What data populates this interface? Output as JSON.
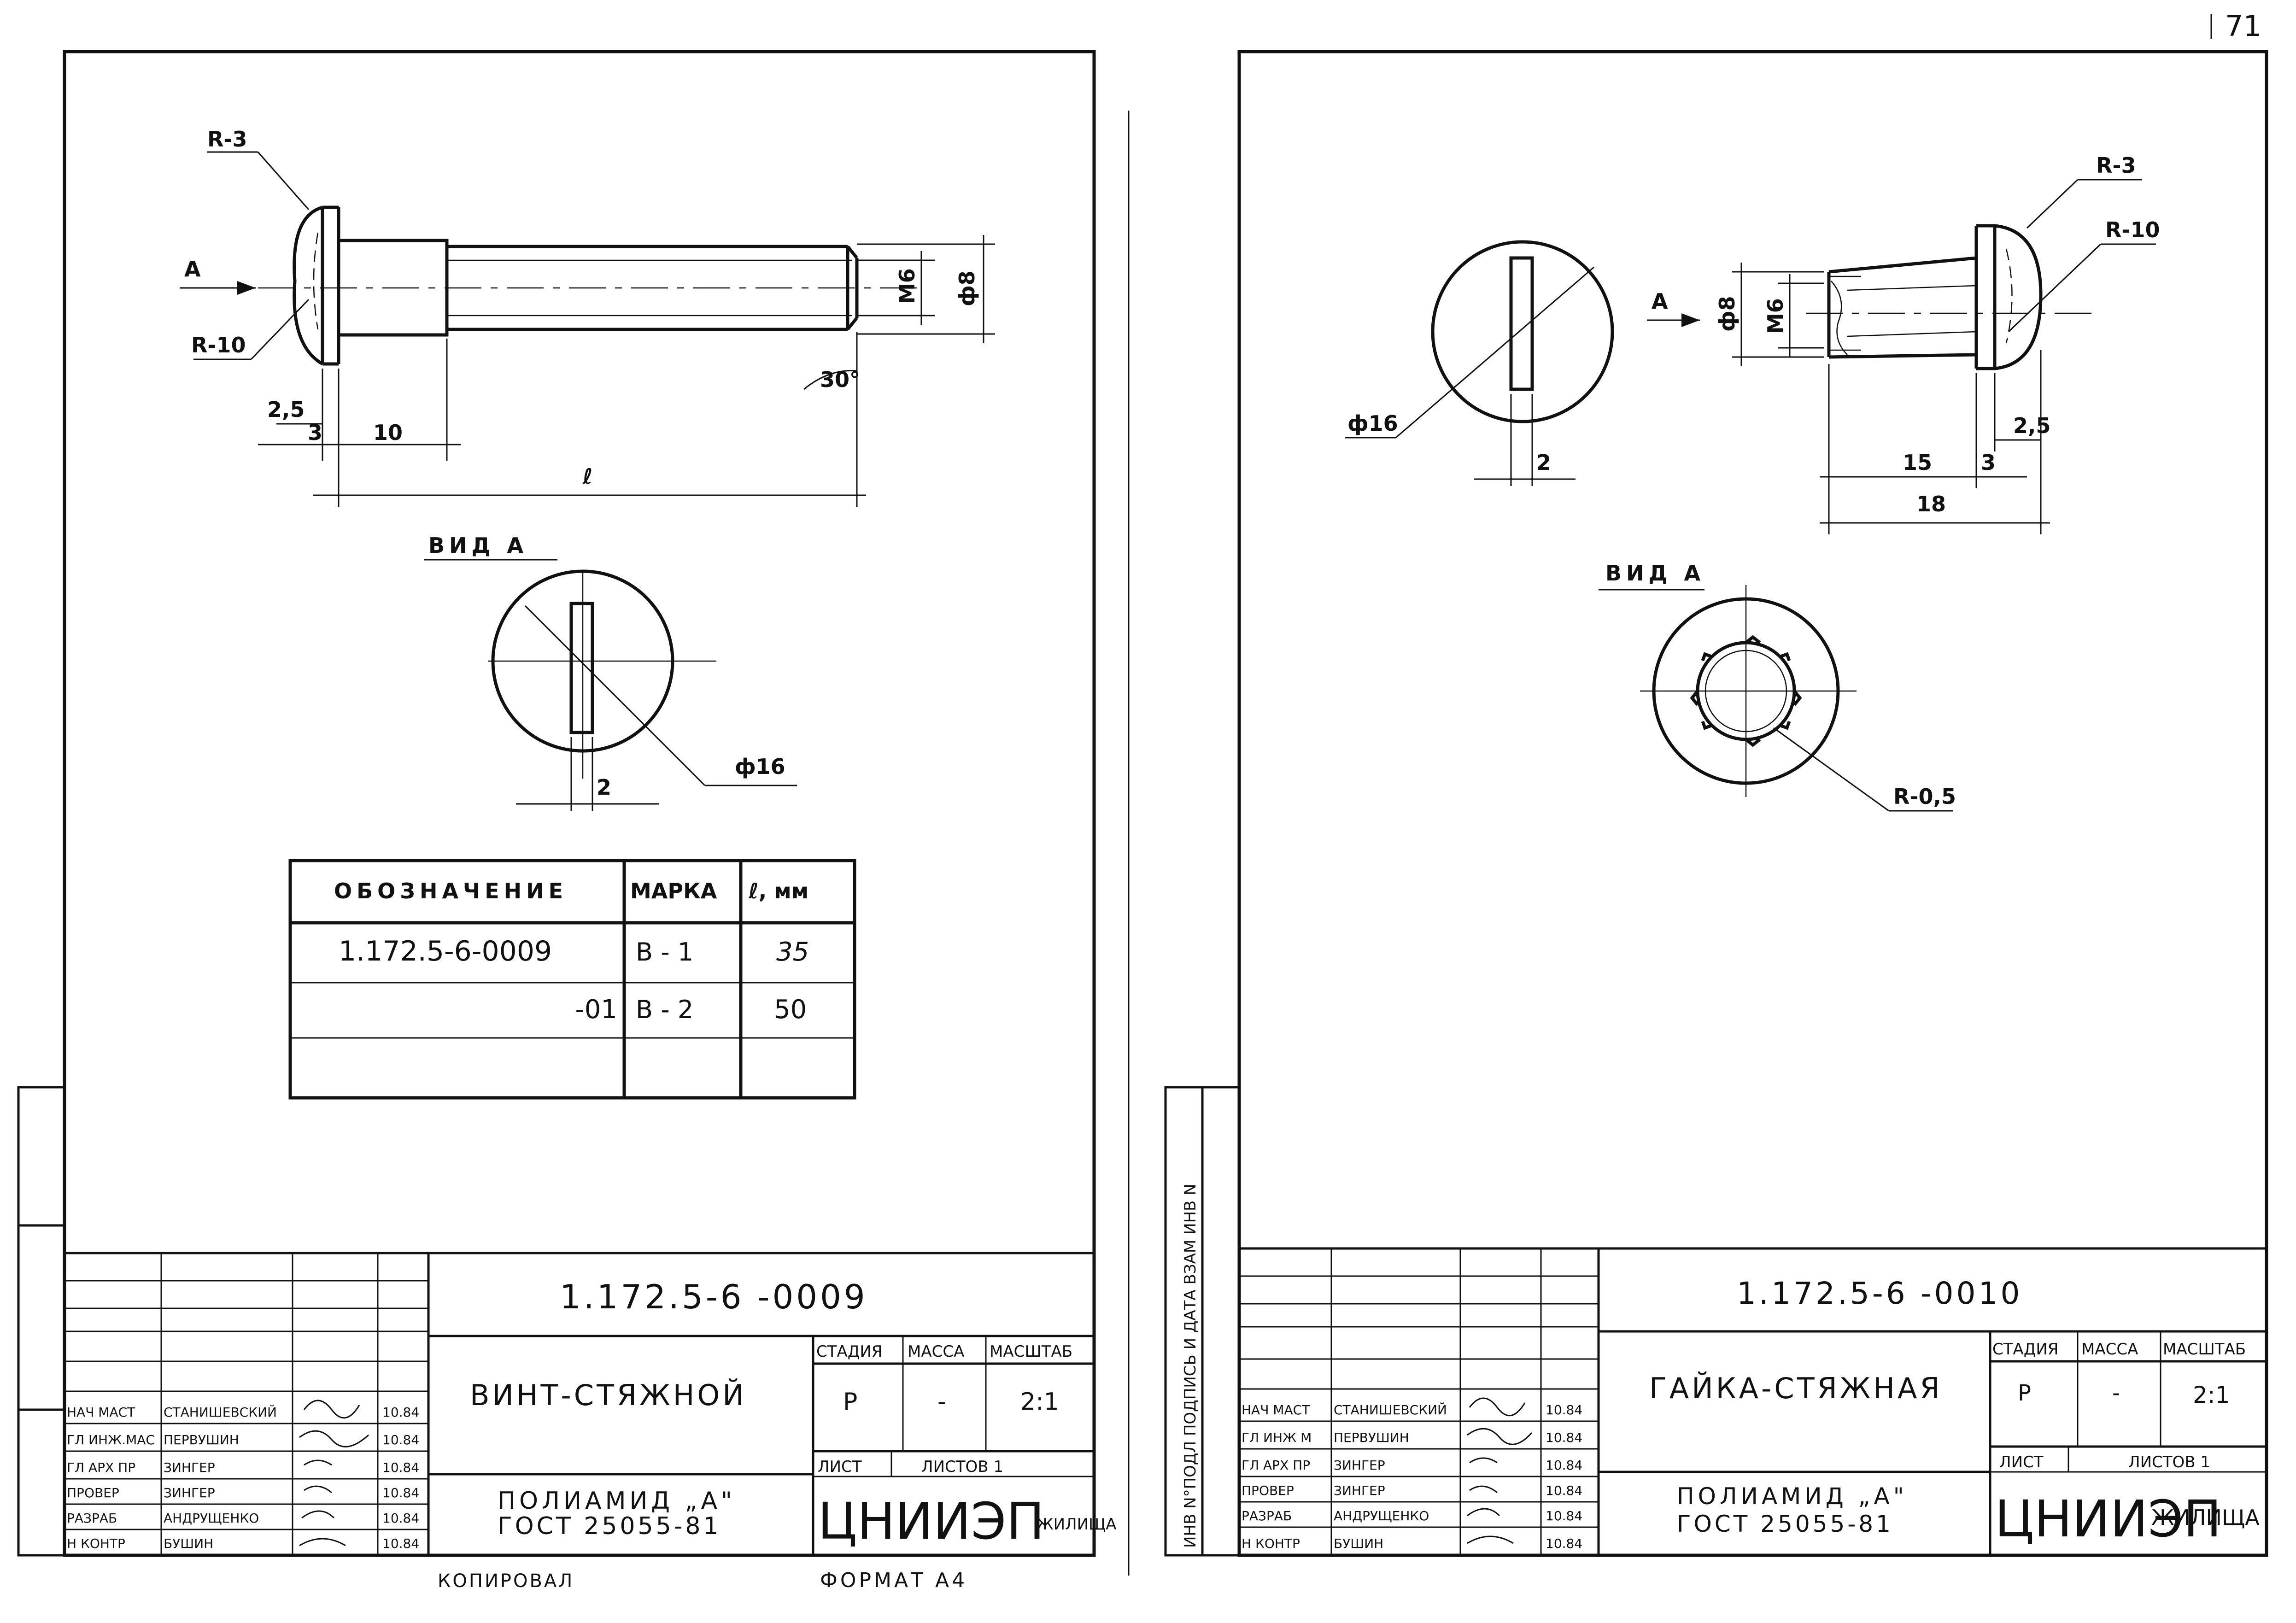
{
  "page_number": "71",
  "left_sheet": {
    "designation": "1.172.5-6 -0009",
    "title": "ВИНТ-СТЯЖНОЙ",
    "material_line1": "ПОЛИАМИД „А\"",
    "material_line2": "ГОСТ 25055-81",
    "stage_label": "СТАДИЯ",
    "mass_label": "МАССА",
    "scale_label": "МАСШТАБ",
    "stage": "Р",
    "mass": "-",
    "scale": "2:1",
    "sheet_label": "ЛИСТ",
    "sheets_label": "ЛИСТОВ 1",
    "org": "ЦНИИЭП",
    "org_suffix": "ЖИЛИЩА",
    "roles": [
      "НАЧ МАСТ",
      "ГЛ ИНЖ.МАС",
      "ГЛ АРХ ПР",
      "ПРОВЕР",
      "РАЗРАБ",
      "Н КОНТР"
    ],
    "names": [
      "СТАНИШЕВСКИЙ",
      "ПЕРВУШИН",
      "ЗИНГЕР",
      "ЗИНГЕР",
      "АНДРУЩЕНКО",
      "БУШИН"
    ],
    "dates": [
      "10.84",
      "10.84",
      "10.84",
      "10.84",
      "10.84",
      "10.84"
    ],
    "footer_left": "КОПИРОВАЛ",
    "footer_right": "ФОРМАТ А4",
    "drawing": {
      "r3": "R-3",
      "r10": "R-10",
      "view_arrow": "А",
      "d_m6": "М6",
      "d_phi8": "ф8",
      "angle": "30°",
      "d25": "2,5",
      "d3": "3",
      "d10": "10",
      "len": "ℓ",
      "view_label": "ВИД А",
      "phi16": "ф16",
      "d2": "2"
    },
    "table": {
      "headers": [
        "ОБОЗНАЧЕНИЕ",
        "МАРКА",
        "ℓ, мм"
      ],
      "rows": [
        [
          "1.172.5-6-0009",
          "В - 1",
          "35"
        ],
        [
          "-01",
          "В - 2",
          "50"
        ]
      ]
    }
  },
  "right_sheet": {
    "designation": "1.172.5-6 -0010",
    "title": "ГАЙКА-СТЯЖНАЯ",
    "material_line1": "ПОЛИАМИД „А\"",
    "material_line2": "ГОСТ 25055-81",
    "stage_label": "СТАДИЯ",
    "mass_label": "МАССА",
    "scale_label": "МАСШТАБ",
    "stage": "Р",
    "mass": "-",
    "scale": "2:1",
    "sheet_label": "ЛИСТ",
    "sheets_label": "ЛИСТОВ 1",
    "org": "ЦНИИЭП",
    "org_suffix": "ЖИЛИЩА",
    "roles": [
      "НАЧ МАСТ",
      "ГЛ ИНЖ М",
      "ГЛ АРХ ПР",
      "ПРОВЕР",
      "РАЗРАБ",
      "Н КОНТР"
    ],
    "names": [
      "СТАНИШЕВСКИЙ",
      "ПЕРВУШИН",
      "ЗИНГЕР",
      "ЗИНГЕР",
      "АНДРУЩЕНКО",
      "БУШИН"
    ],
    "dates": [
      "10.84",
      "10.84",
      "10.84",
      "10.84",
      "10.84",
      "10.84"
    ],
    "side_stamp": "ИНВ N°ПОДЛ  ПОДПИСЬ И ДАТА  ВЗАМ ИНВ N",
    "drawing": {
      "r3": "R-3",
      "r10": "R-10",
      "view_arrow": "А",
      "d_phi8": "ф8",
      "d_m6": "М6",
      "phi16": "ф16",
      "d2": "2",
      "d25": "2,5",
      "d3": "3",
      "d15": "15",
      "d18": "18",
      "view_label": "ВИД А",
      "r05": "R-0,5"
    }
  }
}
